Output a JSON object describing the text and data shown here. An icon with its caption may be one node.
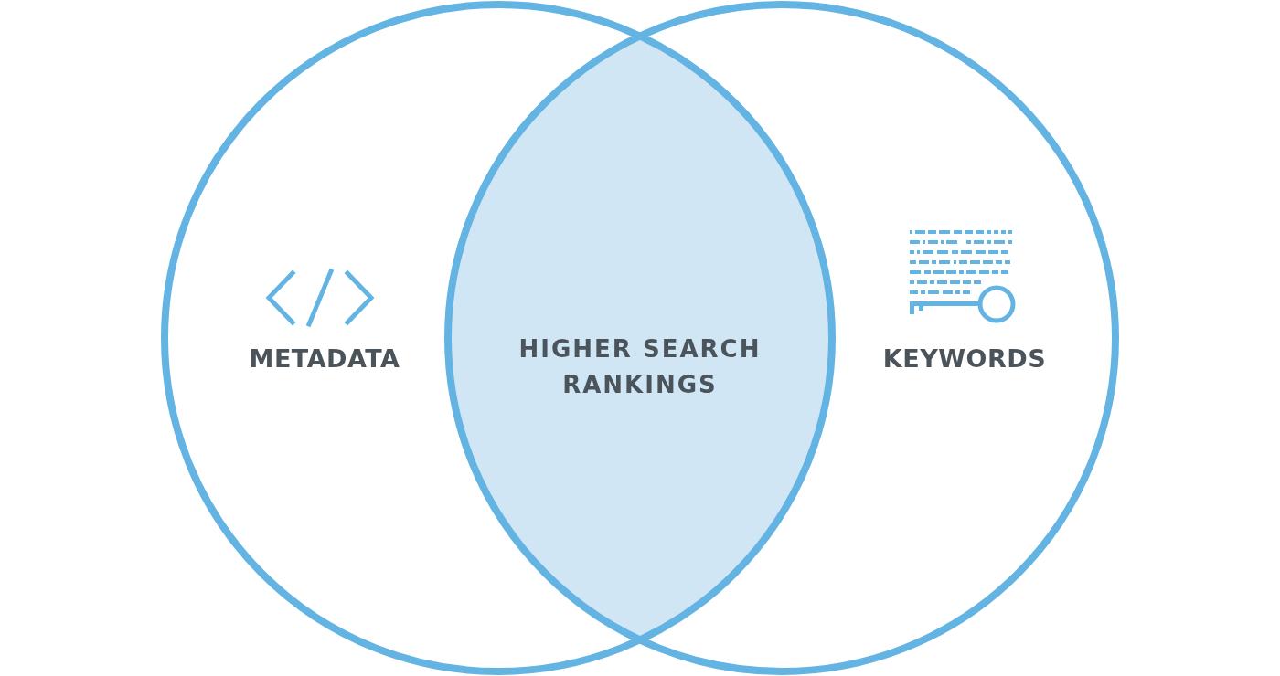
{
  "diagram": {
    "nodes": [
      {
        "text": [
          "METADATA"
        ]
      },
      {
        "text": [
          "KEYWORDS"
        ]
      },
      {
        "text": [
          "HIGHER SEARCH RANKINGS"
        ]
      }
    ],
    "edges": []
  }
}
